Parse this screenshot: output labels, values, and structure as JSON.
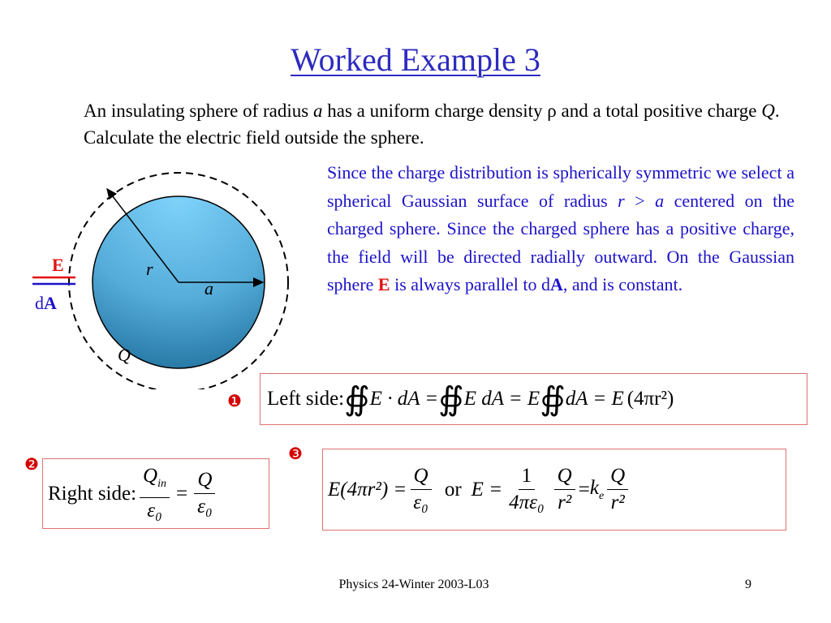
{
  "title": "Worked Example 3",
  "intro": {
    "p1": "An insulating sphere of radius ",
    "a": "a",
    "p2": " has a uniform charge density ρ and a total positive charge ",
    "q": "Q",
    "p3": ".  Calculate the electric field outside the sphere."
  },
  "explain": {
    "p1": "Since the charge distribution is spherically symmetric we select a spherical Gaussian surface of radius ",
    "r": "r",
    "gt": " > ",
    "a": "a",
    "p2": " centered on the charged sphere. Since the charged sphere has a positive charge, the field will be directed radially outward.  On the Gaussian sphere ",
    "E": "E",
    "p3": " is always parallel to d",
    "A": "A",
    "p4": ", and is constant."
  },
  "figure": {
    "label_E": "E",
    "label_dA_d": "d",
    "label_dA_A": "A",
    "label_r": "r",
    "label_a": "a",
    "label_Q": "Q",
    "colors": {
      "sphere_light": "#7fd3fb",
      "sphere_dark": "#1d6d9a",
      "arrow_E": "#e41111",
      "arrow_dA": "#1c12c8"
    }
  },
  "equations": {
    "badge1": "❶",
    "badge2": "❷",
    "badge3": "❸",
    "left_label": "Left side: ",
    "left_1": "E · dA = ",
    "left_2": "E dA = E",
    "left_3": "dA = E",
    "left_4": "(4πr²)",
    "right_label": "Right side: ",
    "right_num1": "Q",
    "right_num1_sub": "in",
    "right_den1": "ε₀",
    "right_eq": "=",
    "right_num2": "Q",
    "right_den2": "ε₀",
    "result_lhs": "E(4πr²) = ",
    "result_num1": "Q",
    "result_den1": "ε₀",
    "result_or": "or",
    "result_E": "E = ",
    "result_num2": "1",
    "result_den2": "4πε₀",
    "result_num3": "Q",
    "result_den3": "r²",
    "result_eq": " = ",
    "result_k": "k",
    "result_k_sub": "e",
    "result_num4": "Q",
    "result_den4": "r²",
    "integral": "∯"
  },
  "footer": "Physics 24-Winter 2003-L03",
  "page_number": "9"
}
